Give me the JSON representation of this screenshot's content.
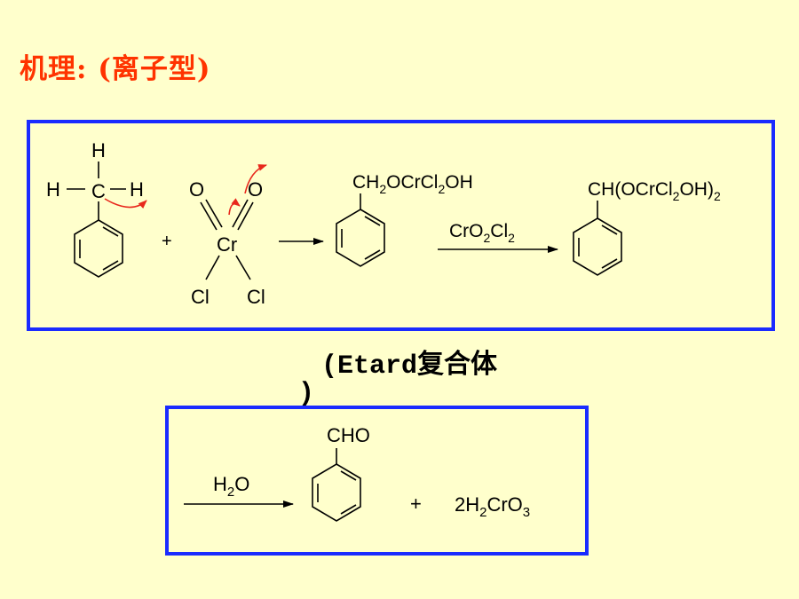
{
  "title": "机理: (离子型)",
  "colors": {
    "background": "#ffffcc",
    "title": "#ff3300",
    "box_border": "#1a2bff",
    "arrow_red": "#e8281c"
  },
  "reactant_methyl": {
    "h_top": "H",
    "h_left": "H",
    "c": "C",
    "h_right": "H"
  },
  "reagent": {
    "o_left": "O",
    "o_right": "O",
    "cr": "Cr",
    "cl_left": "Cl",
    "cl_right": "Cl",
    "plus": "+"
  },
  "intermediate": {
    "group": "CH",
    "group_sub": "2",
    "group_rest": "OCrCl",
    "group_sub2": "2",
    "group_end": "OH"
  },
  "reagent2": {
    "main": "CrO",
    "sub1": "2",
    "cl": "Cl",
    "sub2": "2"
  },
  "etard": {
    "main": "CH(OCrCl",
    "sub1": "2",
    "mid": "OH)",
    "sub2": "2"
  },
  "caption_line1": "(Etard复合体",
  "caption_line2": ")",
  "hydrolysis": {
    "h": "H",
    "sub": "2",
    "o": "O"
  },
  "product": {
    "group": "CHO",
    "plus": "+",
    "side_prefix": "2H",
    "side_sub1": "2",
    "side_mid": "CrO",
    "side_sub2": "3"
  }
}
